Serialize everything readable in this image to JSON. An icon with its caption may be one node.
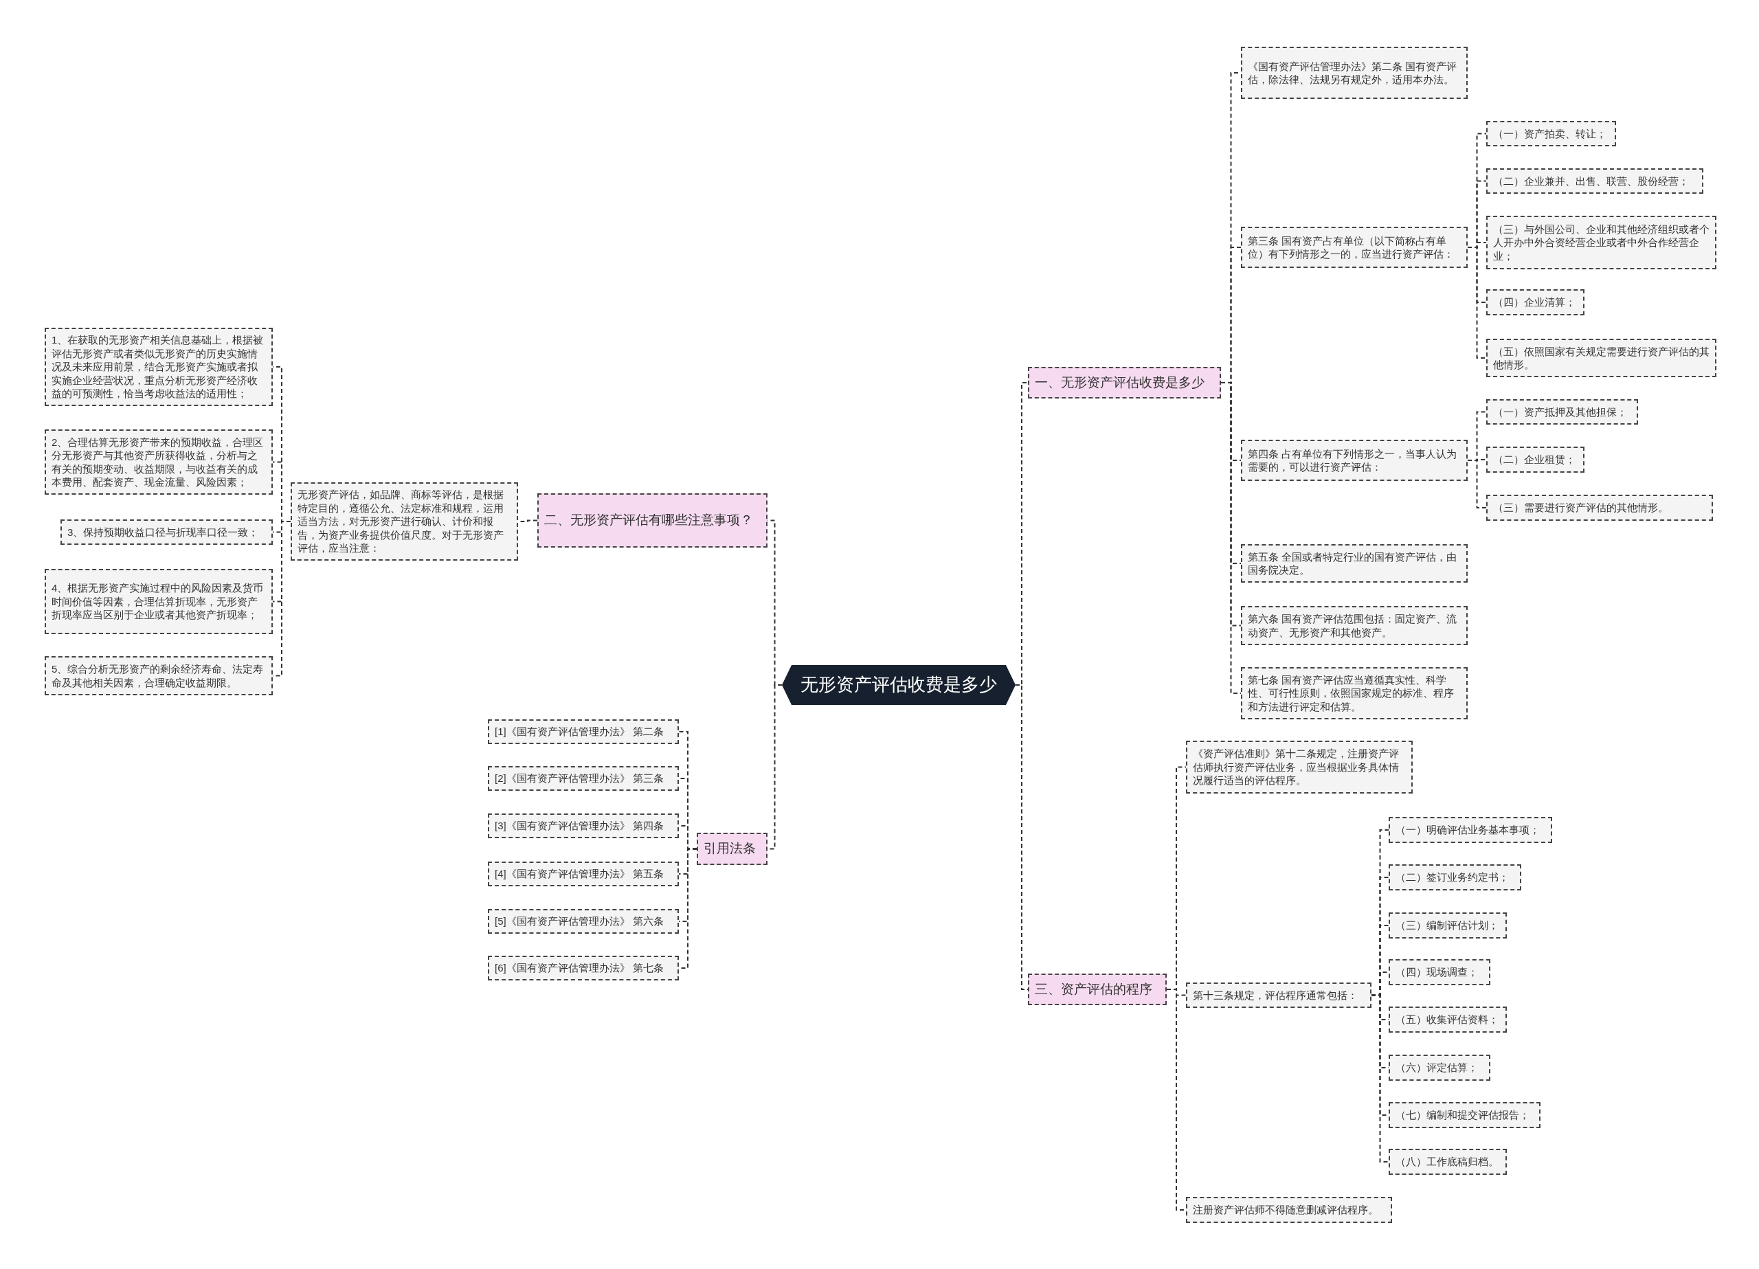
{
  "diagram": {
    "nodes": [
      {
        "text": [
          "无形资产评估收费是多少"
        ]
      },
      {
        "text": [
          "一、无形资产评估收费是多少"
        ]
      },
      {
        "text": [
          "《国有资产评估管理办法》第二条 国有资产评估，除法律、法规另有规定外，适用本办法。"
        ]
      },
      {
        "text": [
          "第三条 国有资产占有单位（以下简称占有单位）有下列情形之一的，应当进行资产评估："
        ]
      },
      {
        "text": [
          "（一）资产拍卖、转让；"
        ]
      },
      {
        "text": [
          "（二）企业兼并、出售、联营、股份经营；"
        ]
      },
      {
        "text": [
          "（三）与外国公司、企业和其他经济组织或者个人开办中外合资经营企业或者中外合作经营企业；"
        ]
      },
      {
        "text": [
          "（四）企业清算；"
        ]
      },
      {
        "text": [
          "（五）依照国家有关规定需要进行资产评估的其他情形。"
        ]
      },
      {
        "text": [
          "第四条 占有单位有下列情形之一，当事人认为需要的，可以进行资产评估："
        ]
      },
      {
        "text": [
          "（一）资产抵押及其他担保；"
        ]
      },
      {
        "text": [
          "（二）企业租赁；"
        ]
      },
      {
        "text": [
          "（三）需要进行资产评估的其他情形。"
        ]
      },
      {
        "text": [
          "第五条 全国或者特定行业的国有资产评估，由国务院决定。"
        ]
      },
      {
        "text": [
          "第六条 国有资产评估范围包括：固定资产、流动资产、无形资产和其他资产。"
        ]
      },
      {
        "text": [
          "第七条 国有资产评估应当遵循真实性、科学性、可行性原则，依照国家规定的标准、程序和方法进行评定和估算。"
        ]
      },
      {
        "text": [
          "三、资产评估的程序"
        ]
      },
      {
        "text": [
          "《资产评估准则》第十二条规定，注册资产评估师执行资产评估业务，应当根据业务具体情况履行适当的评估程序。"
        ]
      },
      {
        "text": [
          "第十三条规定，评估程序通常包括："
        ]
      },
      {
        "text": [
          "（一）明确评估业务基本事项；"
        ]
      },
      {
        "text": [
          "（二）签订业务约定书；"
        ]
      },
      {
        "text": [
          "（三）编制评估计划；"
        ]
      },
      {
        "text": [
          "（四）现场调查；"
        ]
      },
      {
        "text": [
          "（五）收集评估资料；"
        ]
      },
      {
        "text": [
          "（六）评定估算；"
        ]
      },
      {
        "text": [
          "（七）编制和提交评估报告；"
        ]
      },
      {
        "text": [
          "（八）工作底稿归档。"
        ]
      },
      {
        "text": [
          "注册资产评估师不得随意删减评估程序。"
        ]
      },
      {
        "text": [
          "二、无形资产评估有哪些注意事项？"
        ]
      },
      {
        "text": [
          "无形资产评估，如品牌、商标等评估，是根据特定目的，遵循公允、法定标准和规程，运用适当方法，对无形资产进行确认、计价和报告，为资产业务提供价值尺度。对于无形资产评估，应当注意："
        ]
      },
      {
        "text": [
          "1、在获取的无形资产相关信息基础上，根据被评估无形资产或者类似无形资产的历史实施情况及未来应用前景，结合无形资产实施或者拟实施企业经营状况，重点分析无形资产经济收益的可预测性，恰当考虑收益法的适用性；"
        ]
      },
      {
        "text": [
          "2、合理估算无形资产带来的预期收益，合理区分无形资产与其他资产所获得收益，分析与之有关的预期变动、收益期限，与收益有关的成本费用、配套资产、现金流量、风险因素；"
        ]
      },
      {
        "text": [
          "3、保持预期收益口径与折现率口径一致；"
        ]
      },
      {
        "text": [
          "4、根据无形资产实施过程中的风险因素及货币时间价值等因素，合理估算折现率，无形资产折现率应当区别于企业或者其他资产折现率；"
        ]
      },
      {
        "text": [
          "5、综合分析无形资产的剩余经济寿命、法定寿命及其他相关因素，合理确定收益期限。"
        ]
      },
      {
        "text": [
          "引用法条"
        ]
      },
      {
        "text": [
          "[1]《国有资产评估管理办法》 第二条"
        ]
      },
      {
        "text": [
          "[2]《国有资产评估管理办法》 第三条"
        ]
      },
      {
        "text": [
          "[3]《国有资产评估管理办法》 第四条"
        ]
      },
      {
        "text": [
          "[4]《国有资产评估管理办法》 第五条"
        ]
      },
      {
        "text": [
          "[5]《国有资产评估管理办法》 第六条"
        ]
      },
      {
        "text": [
          "[6]《国有资产评估管理办法》 第七条"
        ]
      }
    ],
    "edges": [
      {
        "from": 0,
        "to": 1,
        "arrow": "none"
      },
      {
        "from": 1,
        "to": 2,
        "arrow": "none"
      },
      {
        "from": 1,
        "to": 3,
        "arrow": "none"
      },
      {
        "from": 3,
        "to": 4,
        "arrow": "none"
      },
      {
        "from": 3,
        "to": 5,
        "arrow": "none"
      },
      {
        "from": 3,
        "to": 6,
        "arrow": "none"
      },
      {
        "from": 3,
        "to": 7,
        "arrow": "none"
      },
      {
        "from": 3,
        "to": 8,
        "arrow": "none"
      },
      {
        "from": 1,
        "to": 9,
        "arrow": "none"
      },
      {
        "from": 9,
        "to": 10,
        "arrow": "none"
      },
      {
        "from": 9,
        "to": 11,
        "arrow": "none"
      },
      {
        "from": 9,
        "to": 12,
        "arrow": "none"
      },
      {
        "from": 1,
        "to": 13,
        "arrow": "none"
      },
      {
        "from": 1,
        "to": 14,
        "arrow": "none"
      },
      {
        "from": 1,
        "to": 15,
        "arrow": "none"
      },
      {
        "from": 0,
        "to": 16,
        "arrow": "none"
      },
      {
        "from": 16,
        "to": 17,
        "arrow": "none"
      },
      {
        "from": 16,
        "to": 18,
        "arrow": "none"
      },
      {
        "from": 18,
        "to": 19,
        "arrow": "none"
      },
      {
        "from": 18,
        "to": 20,
        "arrow": "none"
      },
      {
        "from": 18,
        "to": 21,
        "arrow": "none"
      },
      {
        "from": 18,
        "to": 22,
        "arrow": "none"
      },
      {
        "from": 18,
        "to": 23,
        "arrow": "none"
      },
      {
        "from": 18,
        "to": 24,
        "arrow": "none"
      },
      {
        "from": 18,
        "to": 25,
        "arrow": "none"
      },
      {
        "from": 18,
        "to": 26,
        "arrow": "none"
      },
      {
        "from": 16,
        "to": 27,
        "arrow": "none"
      },
      {
        "from": 0,
        "to": 28,
        "arrow": "none"
      },
      {
        "from": 28,
        "to": 29,
        "arrow": "none"
      },
      {
        "from": 29,
        "to": 30,
        "arrow": "none"
      },
      {
        "from": 29,
        "to": 31,
        "arrow": "none"
      },
      {
        "from": 29,
        "to": 32,
        "arrow": "none"
      },
      {
        "from": 29,
        "to": 33,
        "arrow": "none"
      },
      {
        "from": 29,
        "to": 34,
        "arrow": "none"
      },
      {
        "from": 0,
        "to": 35,
        "arrow": "none"
      },
      {
        "from": 35,
        "to": 36,
        "arrow": "none"
      },
      {
        "from": 35,
        "to": 37,
        "arrow": "none"
      },
      {
        "from": 35,
        "to": 38,
        "arrow": "none"
      },
      {
        "from": 35,
        "to": 39,
        "arrow": "none"
      },
      {
        "from": 35,
        "to": 40,
        "arrow": "none"
      },
      {
        "from": 35,
        "to": 41,
        "arrow": "none"
      }
    ]
  }
}
